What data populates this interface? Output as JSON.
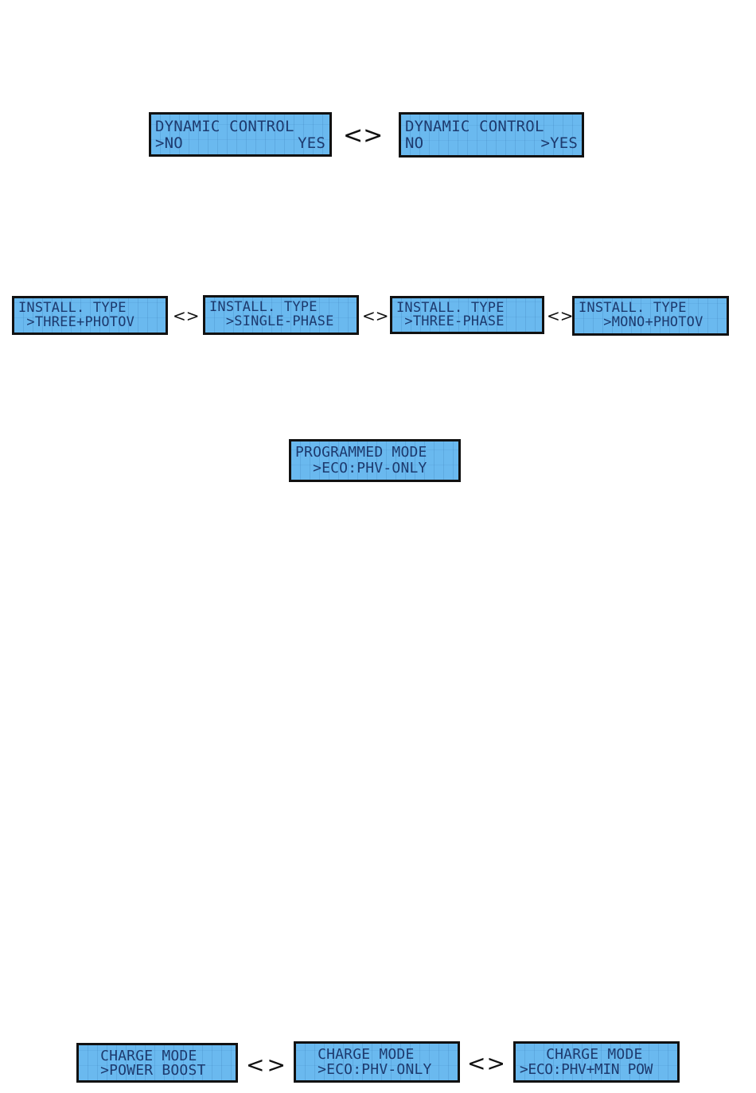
{
  "dynamic_control": {
    "screens": [
      {
        "line1": "DYNAMIC CONTROL",
        "line2_left": ">NO",
        "line2_right": "YES"
      },
      {
        "line1": "DYNAMIC CONTROL",
        "line2_left": "NO",
        "line2_right": ">YES"
      }
    ]
  },
  "install_type": {
    "screens": [
      {
        "line1": "INSTALL. TYPE",
        "line2": " >THREE+PHOTOV"
      },
      {
        "line1": "INSTALL. TYPE",
        "line2": "  >SINGLE-PHASE"
      },
      {
        "line1": "INSTALL. TYPE",
        "line2": " >THREE-PHASE"
      },
      {
        "line1": "INSTALL. TYPE",
        "line2": "   >MONO+PHOTOV"
      }
    ]
  },
  "programmed_mode": {
    "screen": {
      "line1": "PROGRAMMED MODE",
      "line2": "  >ECO:PHV-ONLY"
    }
  },
  "charge_mode": {
    "screens": [
      {
        "line1": "  CHARGE MODE",
        "line2": "  >POWER BOOST"
      },
      {
        "line1": "  CHARGE MODE",
        "line2": "  >ECO:PHV-ONLY"
      },
      {
        "line1": "   CHARGE MODE",
        "line2": ">ECO:PHV+MIN POW"
      }
    ]
  },
  "nav": {
    "left": "<",
    "right": ">"
  },
  "colors": {
    "lcd_background": "#6ab9ef",
    "lcd_text": "#1d3a6e",
    "border": "#111111"
  }
}
